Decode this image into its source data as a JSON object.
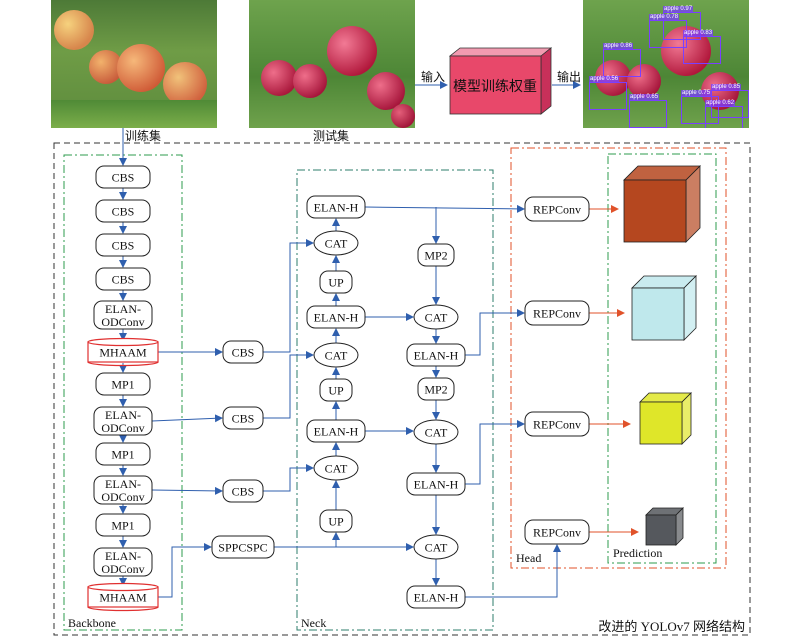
{
  "top": {
    "train_label": "训练集",
    "test_label": "测试集",
    "input_label": "输入",
    "output_label": "输出",
    "weights_label": "模型训练权重",
    "detection_tags": [
      "apple 0.97",
      "apple 0.78",
      "apple 0.83",
      "apple 0.86",
      "apple 0.56",
      "apple 0.75",
      "apple 0.65",
      "apple 0.85",
      "apple 0.62"
    ]
  },
  "sections": {
    "backbone": "Backbone",
    "neck": "Neck",
    "head": "Head",
    "prediction": "Prediction",
    "caption": "改进的 YOLOv7 网络结构"
  },
  "backbone_blocks": [
    "CBS",
    "CBS",
    "CBS",
    "CBS",
    "ELAN-\nODConv",
    "MHAAM",
    "MP1",
    "ELAN-\nODConv",
    "MP1",
    "ELAN-\nODConv",
    "MP1",
    "ELAN-\nODConv",
    "MHAAM"
  ],
  "side_blocks": [
    "CBS",
    "CBS",
    "CBS",
    "SPPCSPC"
  ],
  "neck_left": [
    "ELAN-H",
    "CAT",
    "UP",
    "ELAN-H",
    "CAT",
    "UP",
    "ELAN-H",
    "CAT",
    "UP"
  ],
  "neck_right": [
    "MP2",
    "CAT",
    "ELAN-H",
    "MP2",
    "CAT",
    "ELAN-H",
    "CAT",
    "ELAN-H"
  ],
  "head_blocks": [
    "REPConv",
    "REPConv",
    "REPConv",
    "REPConv"
  ],
  "colors": {
    "arrow": "#2f5fae",
    "head_arrow": "#e0522a",
    "weights_fill": "#e8486a",
    "cube1": "#b5471f",
    "cube2": "#bfe8ec",
    "cube3": "#dfe629",
    "cube4": "#55585d"
  }
}
